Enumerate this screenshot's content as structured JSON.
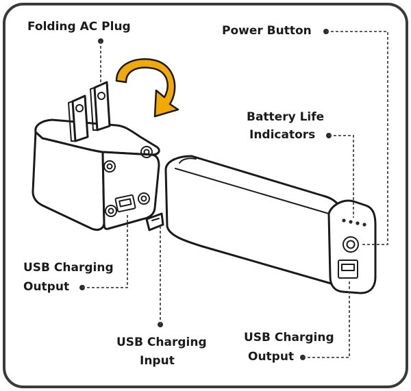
{
  "labels": {
    "folding_ac_plug": "Folding AC Plug",
    "power_button": "Power Button",
    "battery_life_line1": "Battery Life",
    "battery_life_line2": "Indicators",
    "usb_output_left_line1": "USB Charging",
    "usb_output_left_line2": "Output",
    "usb_input_line1": "USB Charging",
    "usb_input_line2": "Input",
    "usb_output_right_line1": "USB Charging",
    "usb_output_right_line2": "Output"
  },
  "colors": {
    "frame": "#3a3a3a",
    "line": "#1a1a1a",
    "arrow": "#f2a900",
    "background": "#ffffff"
  },
  "icons": {
    "rotation_arrow": "curved-arrow-icon"
  }
}
